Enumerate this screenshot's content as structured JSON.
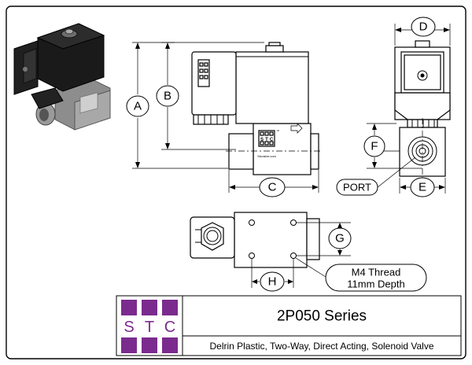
{
  "drawing": {
    "dimension_labels": {
      "a": "A",
      "b": "B",
      "c": "C",
      "d": "D",
      "e": "E",
      "f": "F",
      "g": "G",
      "h": "H"
    },
    "port_label": "PORT",
    "thread_note": [
      "M4 Thread",
      "11mm Depth"
    ],
    "valve_marking": "STC",
    "valve_letters": [
      "S",
      "T",
      "C"
    ],
    "valve_url": "Stcvalve.com",
    "trademark": "™"
  },
  "title_block": {
    "logo_letters": [
      "S",
      "T",
      "C"
    ],
    "series": "2P050 Series",
    "description": "Delrin Plastic, Two-Way, Direct Acting, Solenoid Valve",
    "logo_color": "#7b2b8e"
  }
}
